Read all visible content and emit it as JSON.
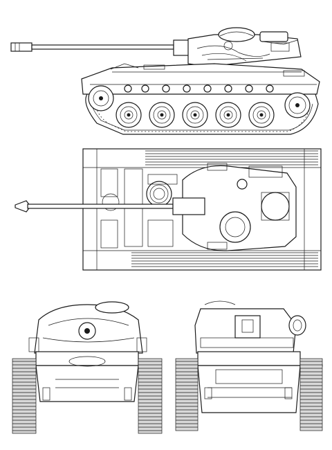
{
  "drawing": {
    "subject": "light tank",
    "views": [
      {
        "id": "side",
        "name": "side-view"
      },
      {
        "id": "top",
        "name": "top-view"
      },
      {
        "id": "front",
        "name": "front-view"
      },
      {
        "id": "rear",
        "name": "rear-view"
      }
    ],
    "colors": {
      "ink": "#1a1a1a",
      "paper": "#ffffff",
      "shade": "#d8d8d8"
    },
    "road_wheel_count": 5
  }
}
